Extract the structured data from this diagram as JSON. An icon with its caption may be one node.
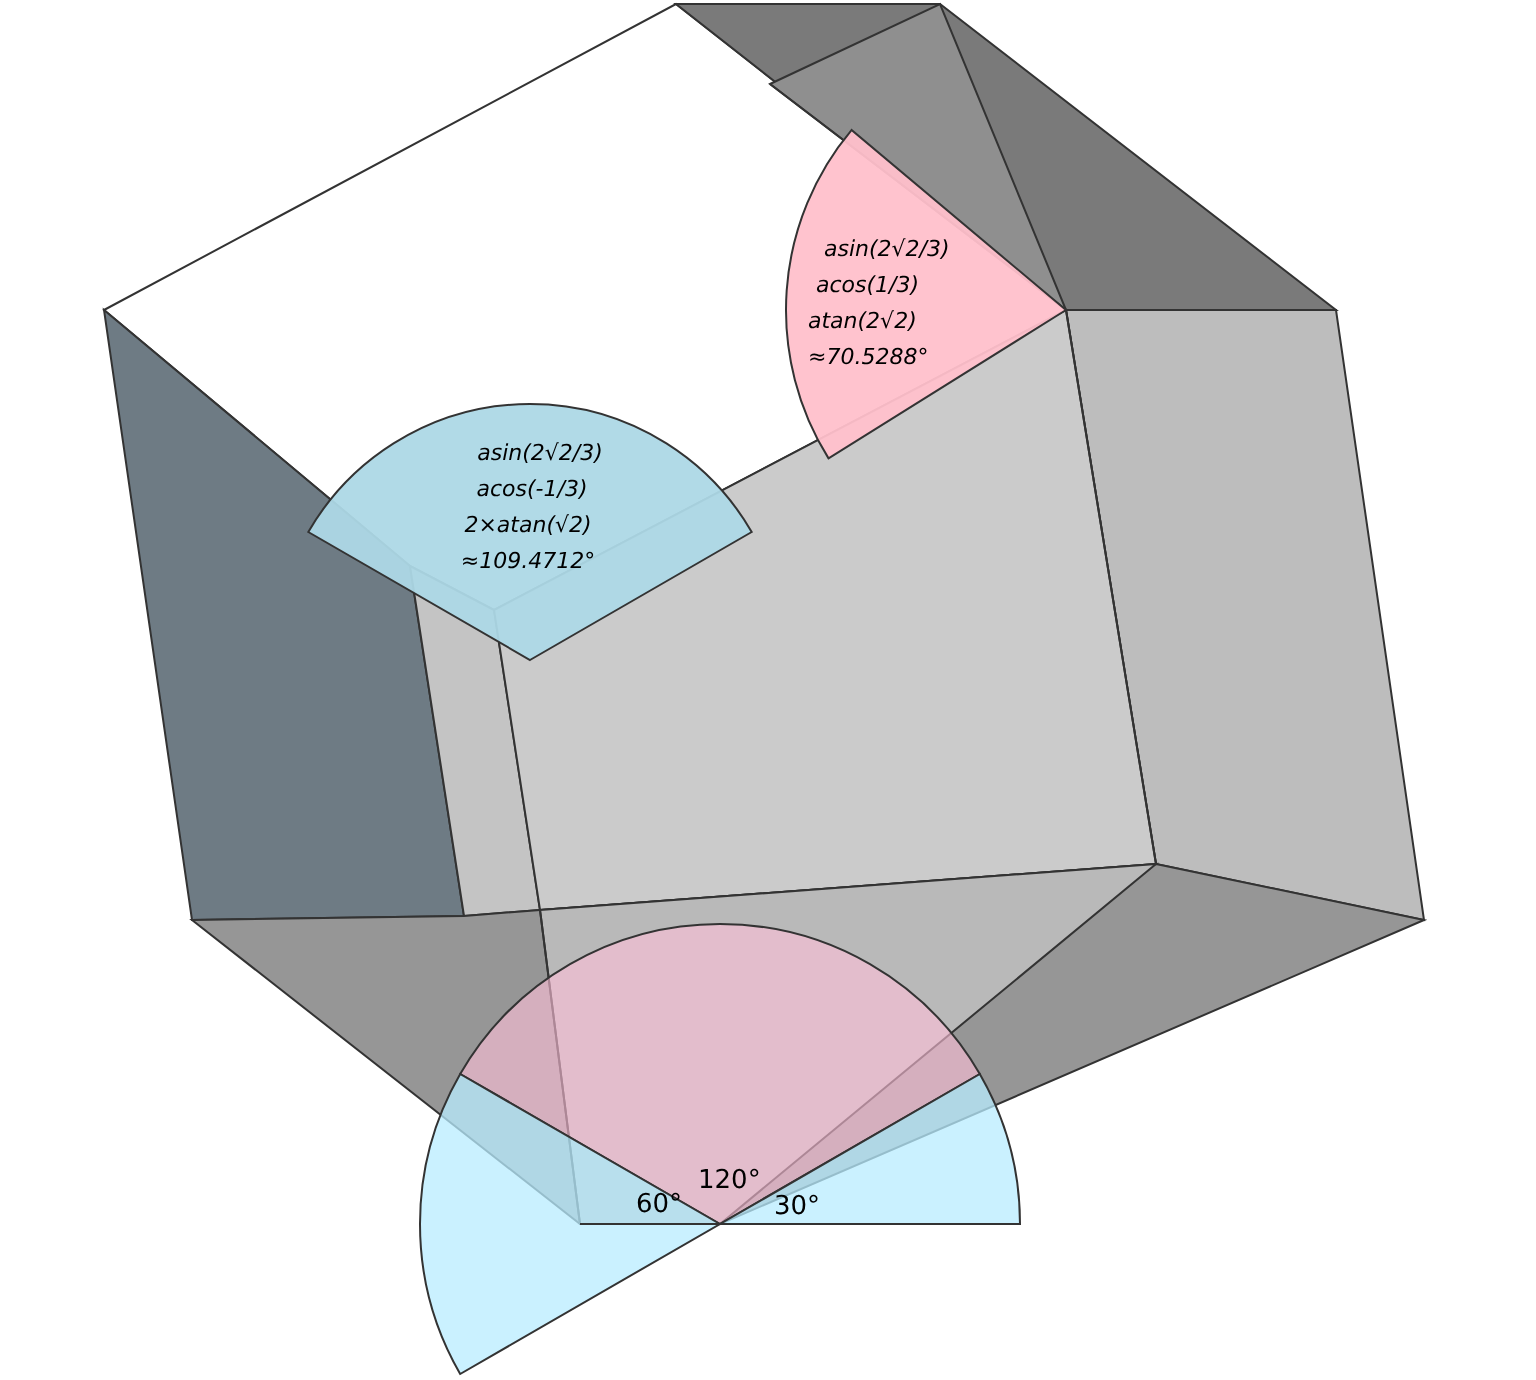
{
  "diagram": {
    "labels": [
      "asin(2√2/3)",
      "acos(1/3)",
      "atan(2√2)",
      "≈70.5288°",
      "asin(2√2/3)",
      "acos(-1/3)",
      "2×atan(√2)",
      "≈109.4712°",
      "120°",
      "30°",
      "60°"
    ]
  }
}
